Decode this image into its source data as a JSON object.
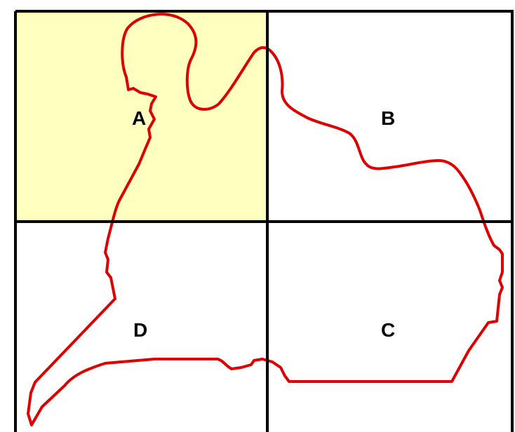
{
  "colors": {
    "highlight": "#ffffc0",
    "boundary": "#dd0000",
    "grid": "#000000",
    "background": "#ffffff"
  },
  "cells": {
    "a": {
      "label": "A",
      "highlighted": true
    },
    "b": {
      "label": "B",
      "highlighted": false
    },
    "c": {
      "label": "C",
      "highlighted": false
    },
    "d": {
      "label": "D",
      "highlighted": false
    }
  }
}
